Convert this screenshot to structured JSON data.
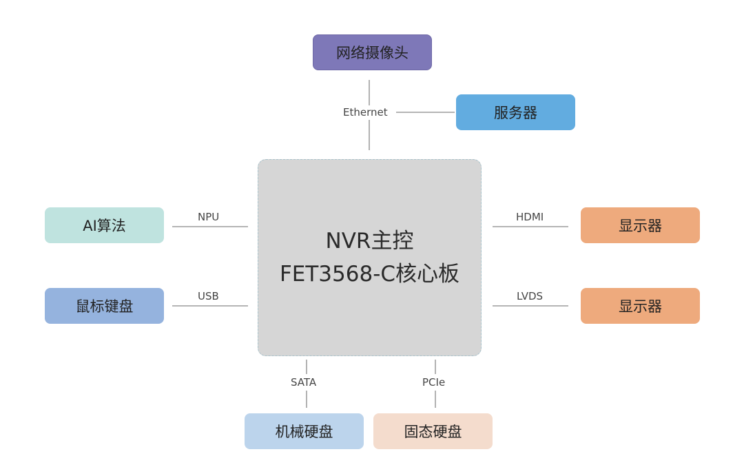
{
  "core": {
    "line1": "NVR主控",
    "line2": "FET3568-C核心板"
  },
  "nodes": {
    "camera": "网络摄像头",
    "server": "服务器",
    "ai": "AI算法",
    "keyboard": "鼠标键盘",
    "display_hdmi": "显示器",
    "display_lvds": "显示器",
    "hdd": "机械硬盘",
    "ssd": "固态硬盘"
  },
  "links": {
    "ethernet": "Ethernet",
    "npu": "NPU",
    "usb": "USB",
    "hdmi": "HDMI",
    "lvds": "LVDS",
    "sata": "SATA",
    "pcie": "PCIe"
  },
  "colors": {
    "camera": "#7e78b8",
    "server": "#62ace0",
    "ai": "#bfe3df",
    "keyboard": "#95b3de",
    "display": "#eeaa7d",
    "hdd": "#bcd4ec",
    "ssd": "#f4dccd",
    "core": "#d6d6d6",
    "line": "#888888"
  }
}
